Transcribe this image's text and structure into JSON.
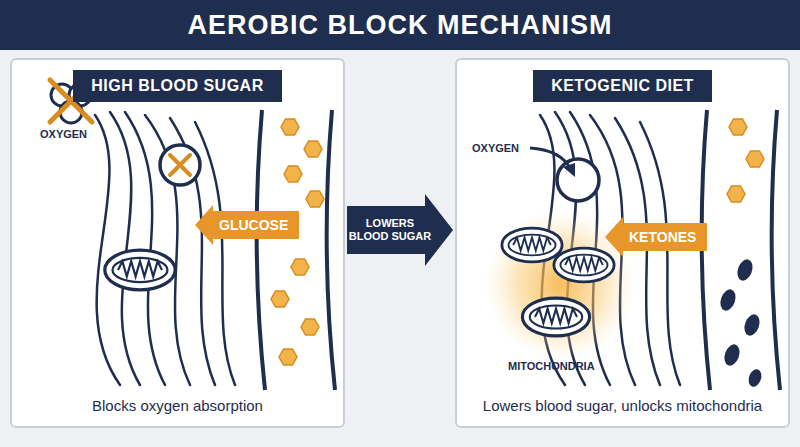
{
  "diagram": {
    "title": "AEROBIC BLOCK MECHANISM",
    "nodes": [
      {
        "text": [
          "Blocks oxygen absorption"
        ]
      },
      {
        "text": [
          "HIGH BLOOD SUGAR"
        ],
        "in": 0
      },
      {
        "text": [
          "GLUCOSE"
        ],
        "in": 0
      },
      {
        "text": [
          "Lowers blood sugar, unlocks mitochondria"
        ]
      },
      {
        "text": [
          "KETOGENIC DIET"
        ],
        "in": 3
      },
      {
        "text": [
          "KETONES"
        ],
        "in": 3
      }
    ],
    "edges": [
      {
        "from": 0,
        "to": 3,
        "label": "LOWERS BLOOD SUGAR",
        "arrow": "to"
      }
    ],
    "labels": [
      "OXYGEN",
      "OXYGEN",
      "MITOCHONDRIA"
    ]
  }
}
